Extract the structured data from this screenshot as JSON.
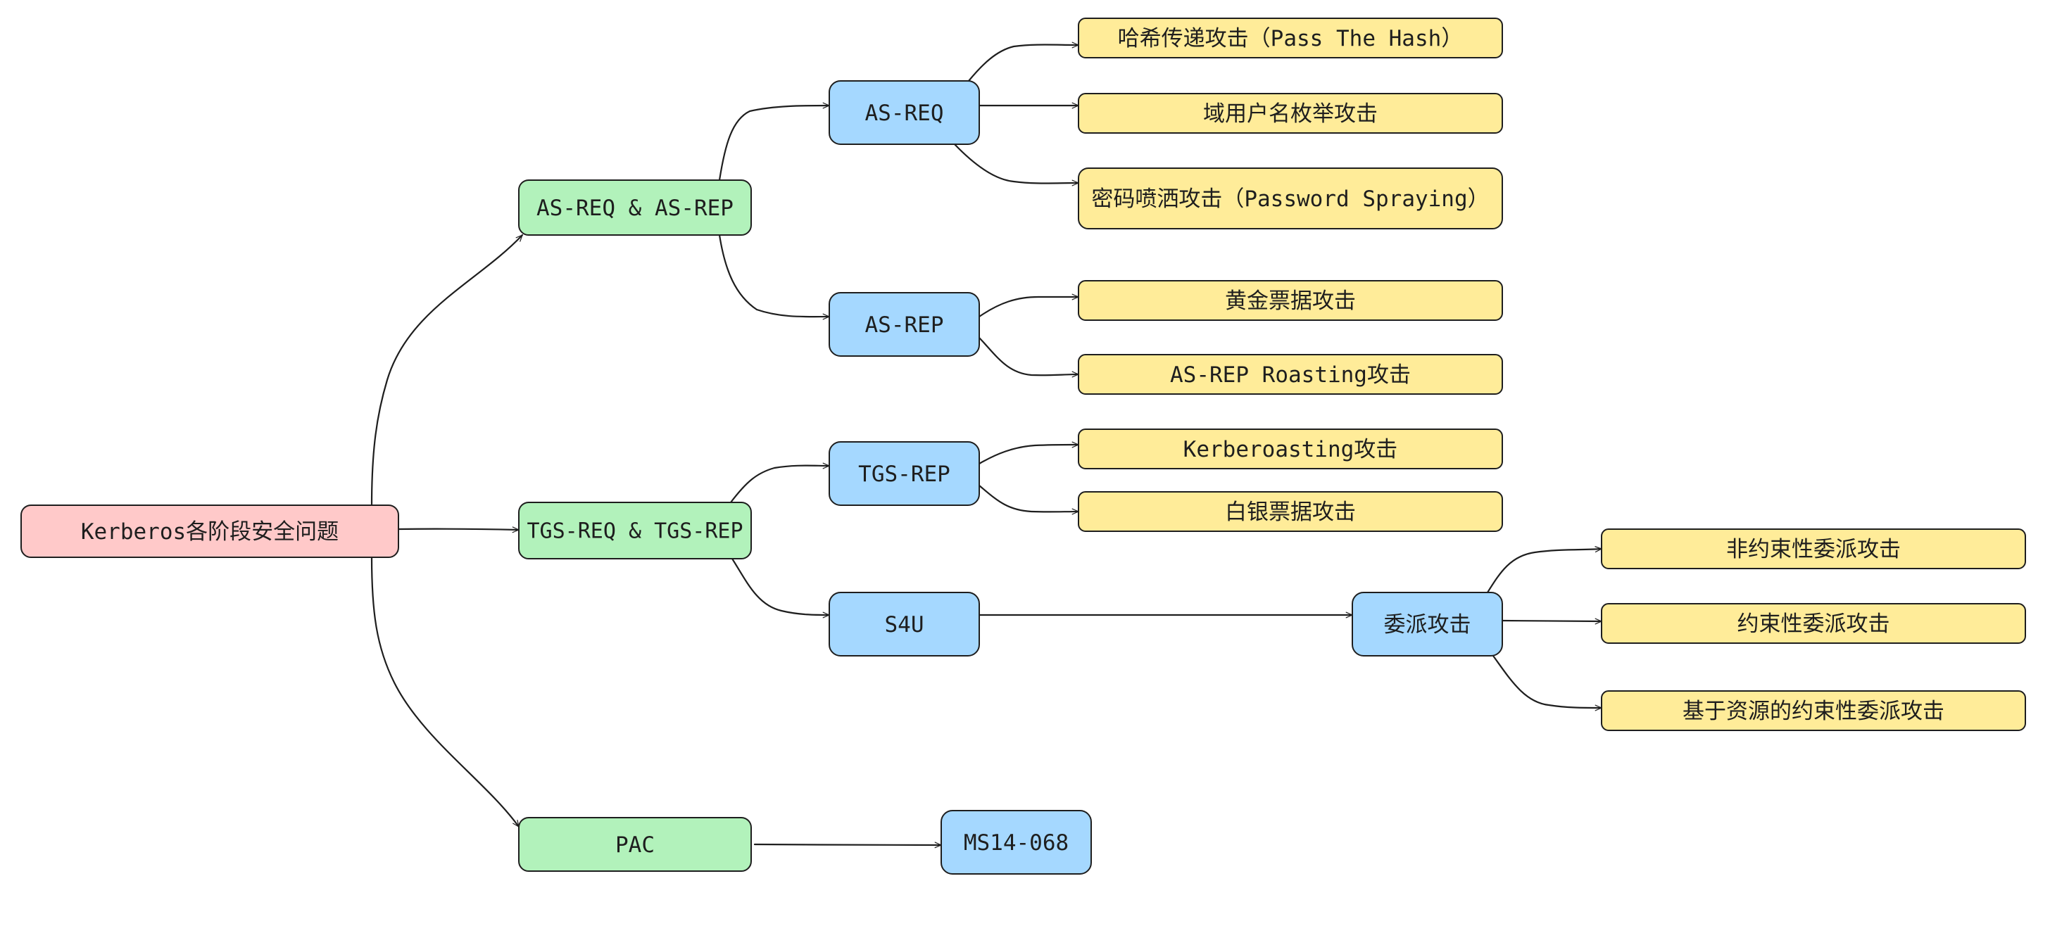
{
  "colors": {
    "root": "#ffc9c9",
    "phase": "#b2f2bb",
    "message": "#a5d8ff",
    "attack": "#ffec99",
    "stroke": "#1e1e1e"
  },
  "nodes": {
    "root": "Kerberos各阶段安全问题",
    "as_phase": "AS-REQ & AS-REP",
    "tgs_phase": "TGS-REQ & TGS-REP",
    "pac": "PAC",
    "as_req": "AS-REQ",
    "as_rep": "AS-REP",
    "tgs_rep": "TGS-REP",
    "s4u": "S4U",
    "ms14_068": "MS14-068",
    "delegation": "委派攻击",
    "pass_the_hash": "哈希传递攻击（Pass The Hash）",
    "user_enum": "域用户名枚举攻击",
    "password_spraying": "密码喷洒攻击（Password Spraying）",
    "golden_ticket": "黄金票据攻击",
    "asrep_roasting": "AS-REP Roasting攻击",
    "kerberoasting": "Kerberoasting攻击",
    "silver_ticket": "白银票据攻击",
    "unconstrained": "非约束性委派攻击",
    "constrained": "约束性委派攻击",
    "rbcd": "基于资源的约束性委派攻击"
  },
  "edges": [
    [
      "root",
      "as_phase"
    ],
    [
      "root",
      "tgs_phase"
    ],
    [
      "root",
      "pac"
    ],
    [
      "as_phase",
      "as_req"
    ],
    [
      "as_phase",
      "as_rep"
    ],
    [
      "as_req",
      "pass_the_hash"
    ],
    [
      "as_req",
      "user_enum"
    ],
    [
      "as_req",
      "password_spraying"
    ],
    [
      "as_rep",
      "golden_ticket"
    ],
    [
      "as_rep",
      "asrep_roasting"
    ],
    [
      "tgs_phase",
      "tgs_rep"
    ],
    [
      "tgs_phase",
      "s4u"
    ],
    [
      "tgs_rep",
      "kerberoasting"
    ],
    [
      "tgs_rep",
      "silver_ticket"
    ],
    [
      "s4u",
      "delegation"
    ],
    [
      "delegation",
      "unconstrained"
    ],
    [
      "delegation",
      "constrained"
    ],
    [
      "delegation",
      "rbcd"
    ],
    [
      "pac",
      "ms14_068"
    ]
  ]
}
